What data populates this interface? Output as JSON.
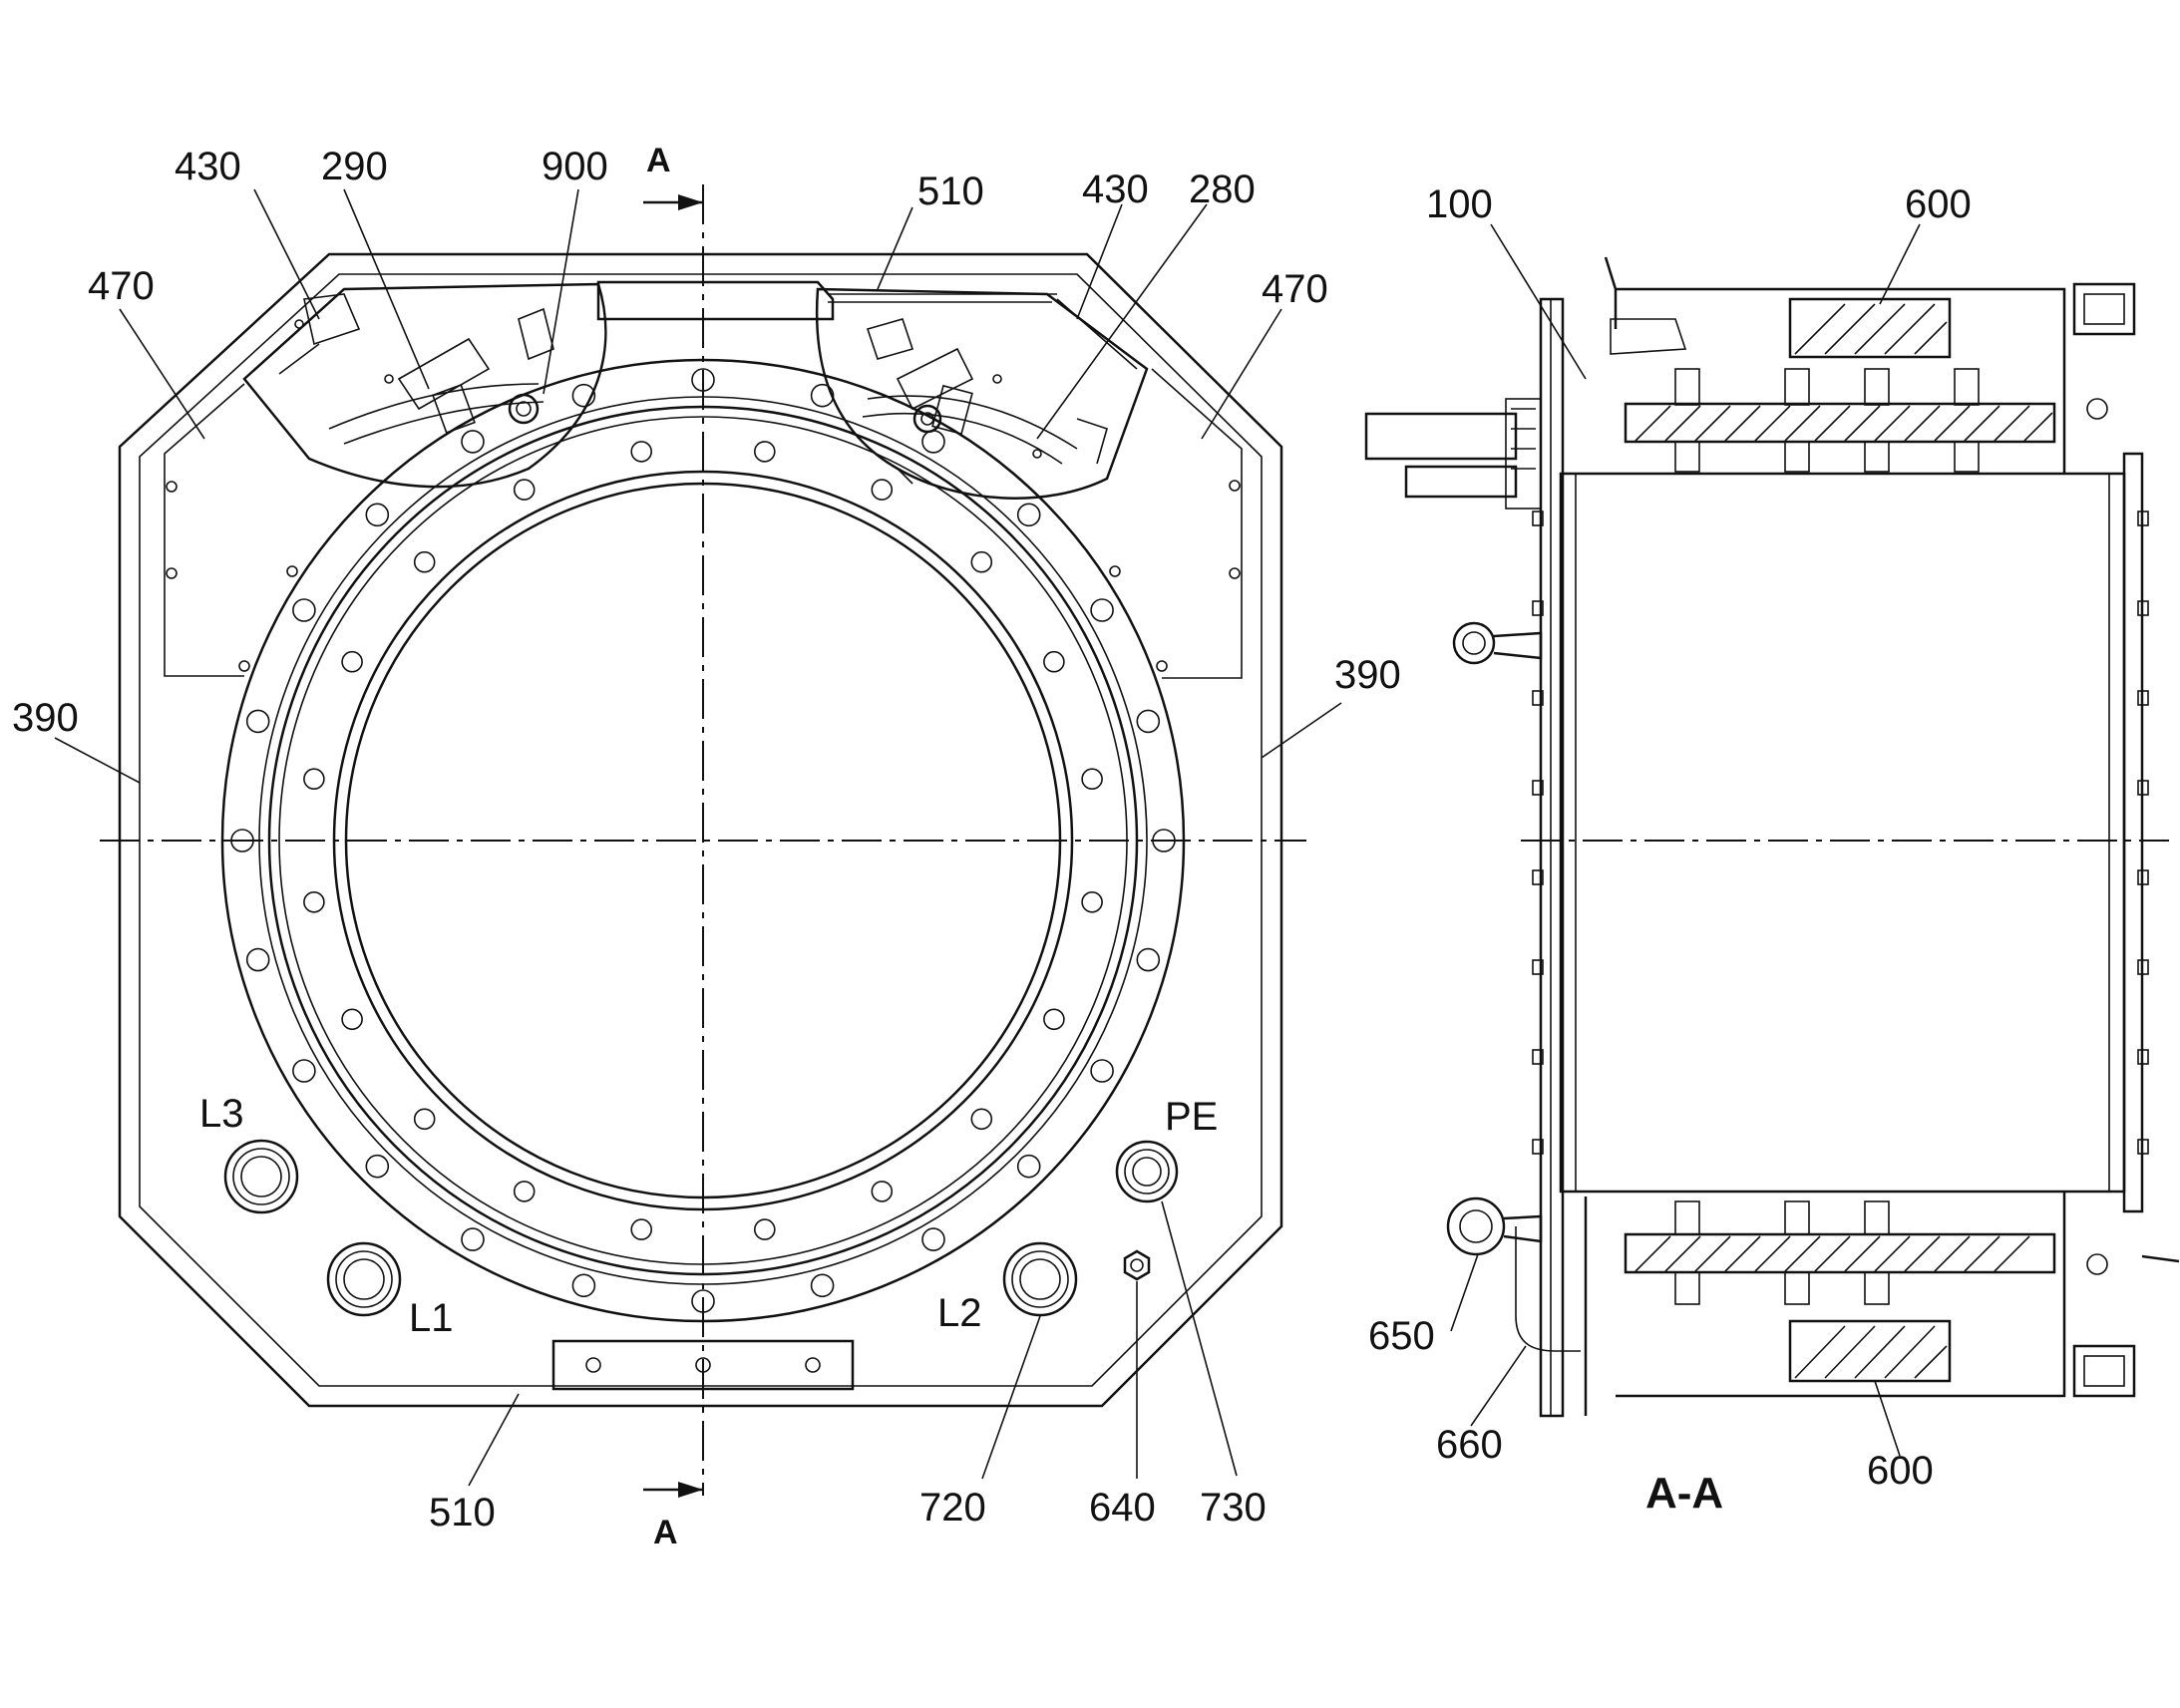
{
  "labels": {
    "l430_left": "430",
    "l290": "290",
    "l900": "900",
    "a_top": "A",
    "l510_top": "510",
    "l430_right": "430",
    "l280": "280",
    "l470_left": "470",
    "l470_right": "470",
    "l390_left": "390",
    "l390_right": "390",
    "lL3": "L3",
    "lL1": "L1",
    "lL2": "L2",
    "lPE": "PE",
    "l510_bottom": "510",
    "a_bottom": "A",
    "l720": "720",
    "l640": "640",
    "l730": "730",
    "l100": "100",
    "l600_top": "600",
    "l650": "650",
    "l660": "660",
    "l600_bottom": "600",
    "section_title": "A-A"
  }
}
